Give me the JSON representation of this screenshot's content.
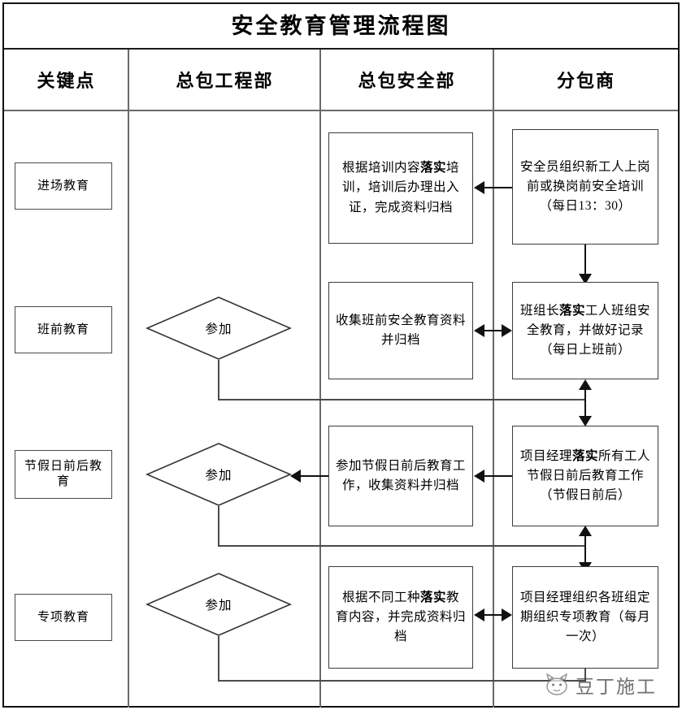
{
  "document": {
    "title": "安全教育管理流程图"
  },
  "columns": [
    {
      "id": "key-point",
      "header": "关键点"
    },
    {
      "id": "gc-eng",
      "header": "总包工程部"
    },
    {
      "id": "gc-safety",
      "header": "总包安全部"
    },
    {
      "id": "subcontractor",
      "header": "分包商"
    }
  ],
  "rows": [
    {
      "id": "entry-education",
      "key_point": "进场教育",
      "decision": null,
      "safety_dept": {
        "prefix": "根据培训内容",
        "bold": "落实",
        "suffix": "培训，培训后办理出入证，完成资料归档"
      },
      "subcontractor": {
        "prefix": "安全员组织新工人上岗前或换岗前安全培训（每日13：30）",
        "bold": "",
        "suffix": ""
      }
    },
    {
      "id": "preshift-education",
      "key_point": "班前教育",
      "decision": "参加",
      "safety_dept": {
        "prefix": "收集班前安全教育资料并归档",
        "bold": "",
        "suffix": ""
      },
      "subcontractor": {
        "prefix": "班组长",
        "bold": "落实",
        "suffix": "工人班组安全教育，并做好记录（每日上班前）"
      }
    },
    {
      "id": "holiday-education",
      "key_point": "节假日前后教育",
      "decision": "参加",
      "safety_dept": {
        "prefix": "参加节假日前后教育工作，收集资料并归档",
        "bold": "",
        "suffix": ""
      },
      "subcontractor": {
        "prefix": "项目经理",
        "bold": "落实",
        "suffix": "所有工人节假日前后教育工作（节假日前后）"
      }
    },
    {
      "id": "special-education",
      "key_point": "专项教育",
      "decision": "参加",
      "safety_dept": {
        "prefix": "根据不同工种",
        "bold": "落实",
        "suffix": "教育内容，并完成资料归档"
      },
      "subcontractor": {
        "prefix": "项目经理组织各班组定期组织专项教育（每月一次）",
        "bold": "",
        "suffix": ""
      }
    }
  ],
  "watermark": {
    "text": "豆丁施工",
    "icon": "cat-mascot-icon"
  },
  "colors": {
    "line": "#111111",
    "grid": "#6a6a6a",
    "box_border": "#3b3b3b",
    "background": "#ffffff"
  }
}
